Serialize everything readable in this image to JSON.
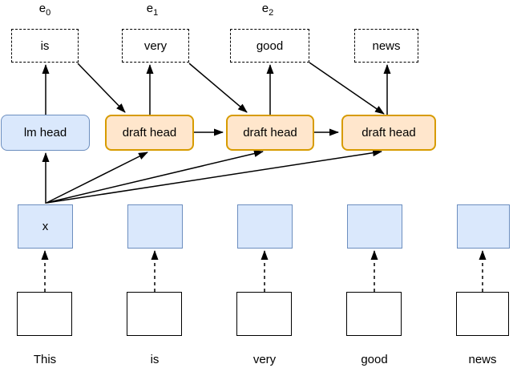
{
  "colors": {
    "blue_fill": "#dae8fc",
    "blue_stroke": "#6c8ebf",
    "orange_fill": "#ffe6cc",
    "orange_stroke": "#d79b00",
    "line": "#000000",
    "background": "#ffffff"
  },
  "diagram": {
    "e_labels": [
      {
        "base": "e",
        "sub": "0"
      },
      {
        "base": "e",
        "sub": "1"
      },
      {
        "base": "e",
        "sub": "2"
      }
    ],
    "predicted_tokens": [
      "is",
      "very",
      "good",
      "news"
    ],
    "heads": [
      "lm head",
      "draft head",
      "draft head",
      "draft head"
    ],
    "hidden_state_label": "x",
    "input_tokens": [
      "This",
      "is",
      "very",
      "good",
      "news"
    ]
  }
}
